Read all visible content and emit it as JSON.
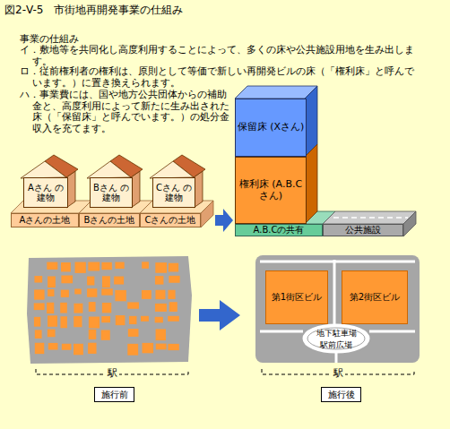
{
  "diagram": {
    "title": "図2-V-5　市街地再開発事業の仕組み",
    "nodes": [
      {
        "text": [
          "保留床 (Xさん)"
        ]
      },
      {
        "text": [
          "権利床 (A.B.Cさん)"
        ]
      },
      {
        "text": [
          "Aさん の建物"
        ]
      },
      {
        "text": [
          "Bさん の建物"
        ]
      },
      {
        "text": [
          "Cさん の建物"
        ]
      },
      {
        "text": [
          "Aさんの土地"
        ]
      },
      {
        "text": [
          "Bさんの土地"
        ]
      },
      {
        "text": [
          "Cさんの土地"
        ]
      },
      {
        "text": [
          "A.B.Cの共有"
        ]
      },
      {
        "text": [
          "公共施設"
        ]
      },
      {
        "text": [
          "第1街区ビル"
        ]
      },
      {
        "text": [
          "第2街区ビル"
        ]
      },
      {
        "text": [
          "地下駐車場"
        ]
      },
      {
        "text": [
          "駅前広場"
        ]
      },
      {
        "text": [
          "施行前"
        ]
      },
      {
        "text": [
          "施行後"
        ]
      }
    ],
    "labels": [
      "事業の仕組み",
      "イ．敷地等を共同化し高度利用することによって、多くの床や公共施設用地を生み出します。",
      "ロ．従前権利者の権利は、原則として等価で新しい再開発ビルの床（「権利床」と呼んでいます。）に置き換えられます。",
      "ハ．事業費には、国や地方公共団体からの補助金と、高度利用によって新たに生み出された床（「保留床」と呼んでいます。）の処分金収入を充てます。",
      "駅",
      "駅"
    ]
  }
}
